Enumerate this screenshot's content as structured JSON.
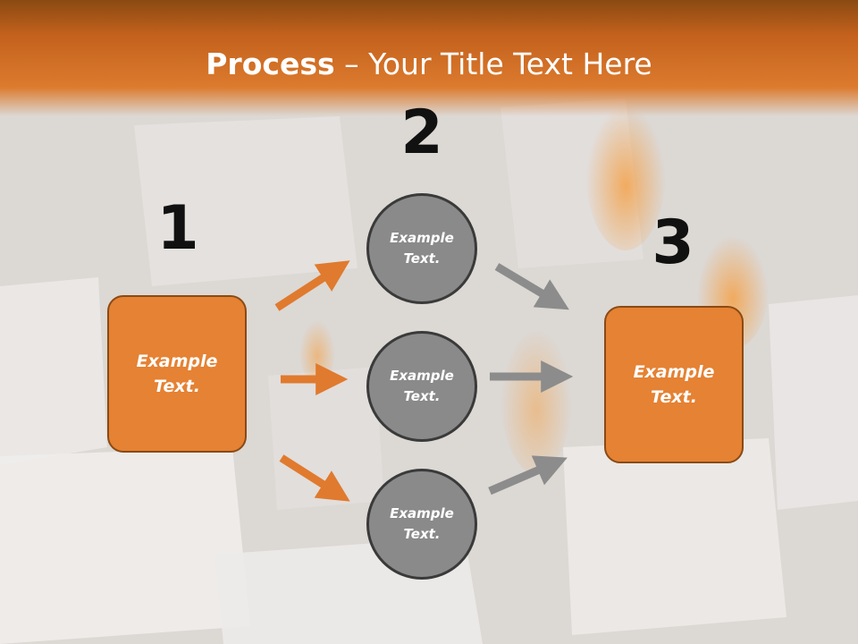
{
  "title": {
    "bold": "Process",
    "rest": " – Your Title Text Here"
  },
  "steps": [
    {
      "number": "1",
      "label": "Example Text."
    },
    {
      "number": "2",
      "label": "Example Text."
    },
    {
      "number": "3",
      "label": "Example Text."
    }
  ],
  "circles": [
    {
      "label": "Example Text."
    },
    {
      "label": "Example Text."
    },
    {
      "label": "Example Text."
    }
  ],
  "colors": {
    "accent": "#e58233",
    "accent_dark": "#8b4a14",
    "circle_fill": "#8a8a8a",
    "circle_border": "#3a3a3a",
    "orange_arrow": "#e07a2e",
    "gray_arrow": "#8c8c8c"
  }
}
